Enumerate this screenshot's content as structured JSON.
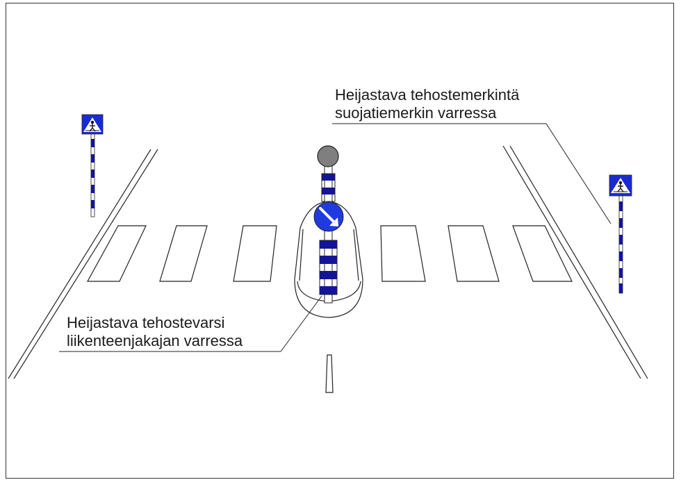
{
  "annotations": {
    "top_right": {
      "line1": "Heijastava tehostemerkintä",
      "line2": "suojatiemerkin varressa"
    },
    "bottom_left": {
      "line1": "Heijastava tehostevarsi",
      "line2": "liikenteenjakajan varressa"
    }
  },
  "colors": {
    "sign_blue": "#1a2bd6",
    "pole_blue": "#14149a",
    "keep_right_blue": "#1f3be0",
    "beacon_gray": "#7f7f7f",
    "line_color": "#222222"
  },
  "icons": {
    "left_sign": "pedestrian-crossing-sign-icon",
    "right_sign": "pedestrian-crossing-sign-icon",
    "center_sign": "keep-right-arrow-icon",
    "beacon": "amber-beacon-icon"
  }
}
